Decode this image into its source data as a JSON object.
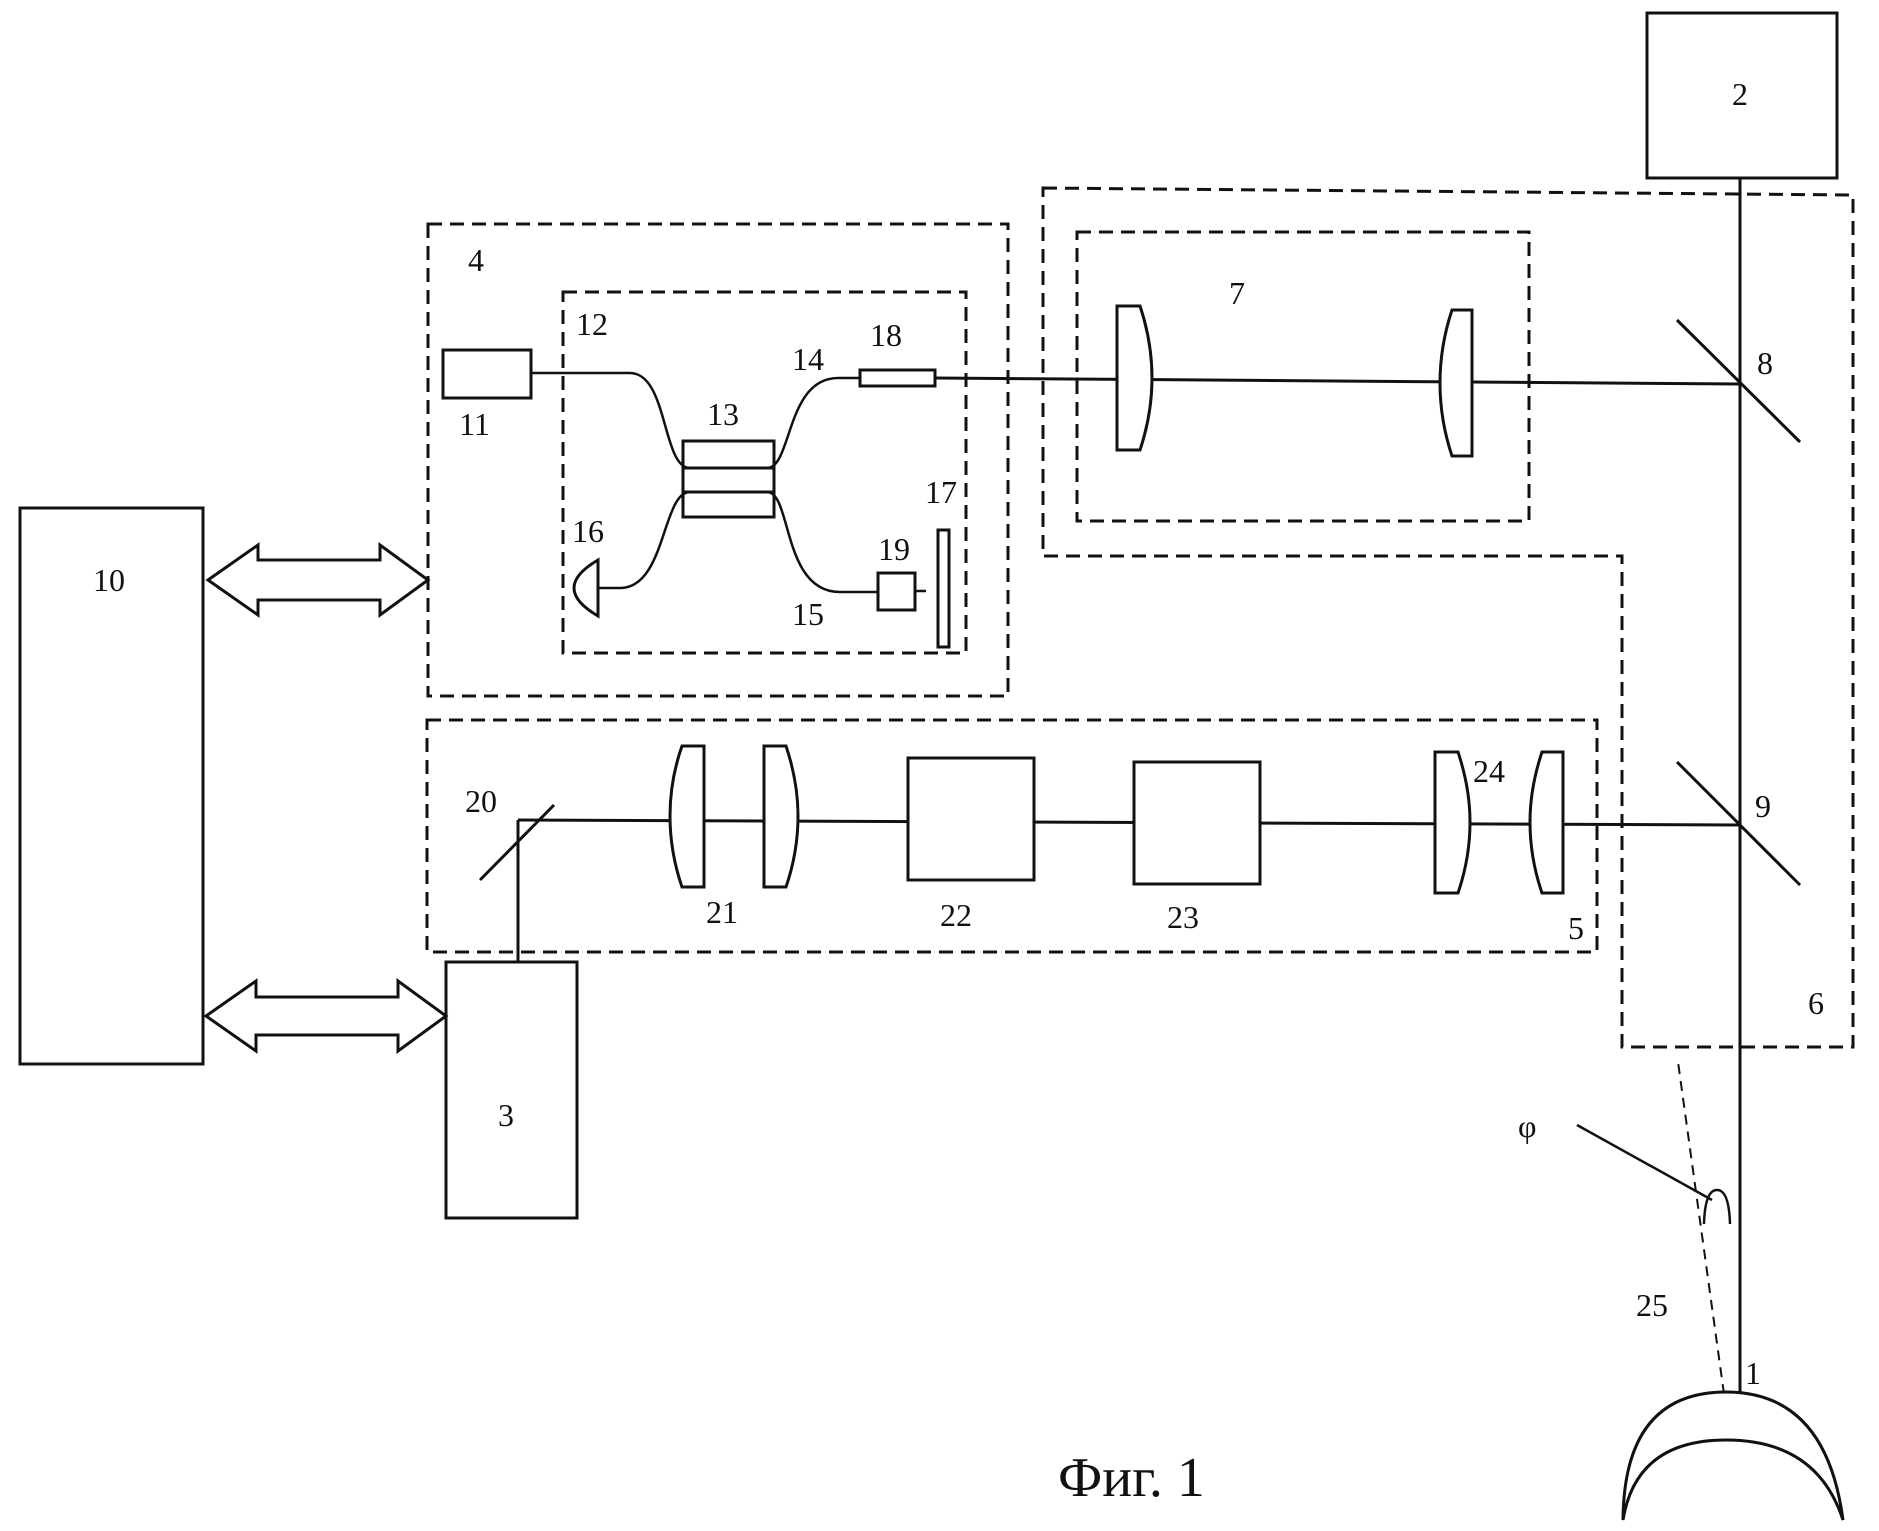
{
  "labels": {
    "l1": "1",
    "l2": "2",
    "l3": "3",
    "l4": "4",
    "l5": "5",
    "l6": "6",
    "l7": "7",
    "l8": "8",
    "l9": "9",
    "l10": "10",
    "l11": "11",
    "l12": "12",
    "l13": "13",
    "l14": "14",
    "l15": "15",
    "l16": "16",
    "l17": "17",
    "l18": "18",
    "l19": "19",
    "l20": "20",
    "l21": "21",
    "l22": "22",
    "l23": "23",
    "l24": "24",
    "l25": "25",
    "phi": "φ"
  },
  "caption": "Фиг. 1"
}
